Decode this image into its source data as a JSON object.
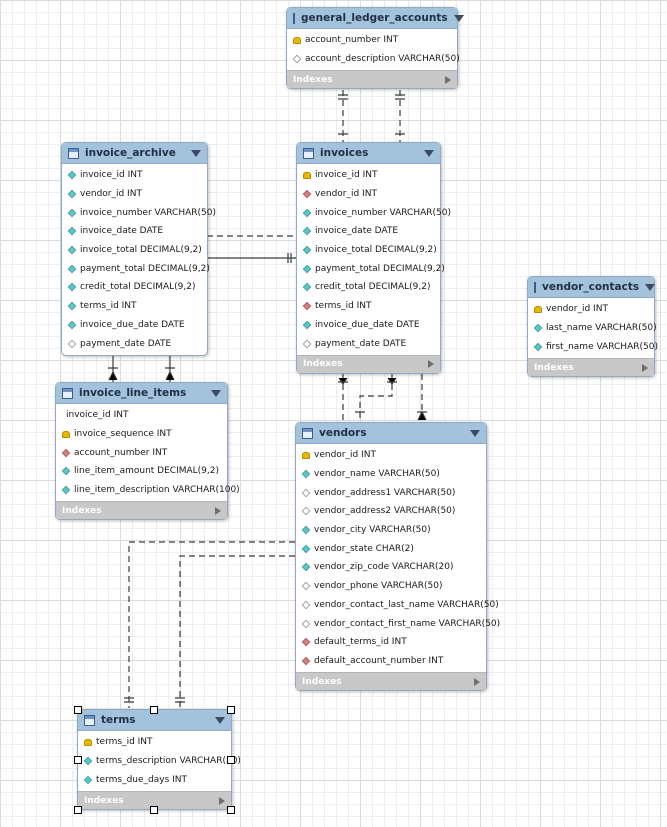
{
  "tables": [
    {
      "id": "general_ledger_accounts",
      "name": "general_ledger_accounts",
      "footer": "Indexes",
      "columns": [
        {
          "icon": "pk",
          "text": "account_number INT"
        },
        {
          "icon": "col",
          "text": "account_description VARCHAR(50)"
        }
      ]
    },
    {
      "id": "invoice_archive",
      "name": "invoice_archive",
      "footer": "",
      "columns": [
        {
          "icon": "nn",
          "text": "invoice_id INT"
        },
        {
          "icon": "nn",
          "text": "vendor_id INT"
        },
        {
          "icon": "nn",
          "text": "invoice_number VARCHAR(50)"
        },
        {
          "icon": "nn",
          "text": "invoice_date DATE"
        },
        {
          "icon": "nn",
          "text": "invoice_total DECIMAL(9,2)"
        },
        {
          "icon": "nn",
          "text": "payment_total DECIMAL(9,2)"
        },
        {
          "icon": "nn",
          "text": "credit_total DECIMAL(9,2)"
        },
        {
          "icon": "nn",
          "text": "terms_id INT"
        },
        {
          "icon": "nn",
          "text": "invoice_due_date DATE"
        },
        {
          "icon": "col",
          "text": "payment_date DATE"
        }
      ]
    },
    {
      "id": "invoices",
      "name": "invoices",
      "footer": "Indexes",
      "columns": [
        {
          "icon": "pk",
          "text": "invoice_id INT"
        },
        {
          "icon": "fk",
          "text": "vendor_id INT"
        },
        {
          "icon": "nn",
          "text": "invoice_number VARCHAR(50)"
        },
        {
          "icon": "nn",
          "text": "invoice_date DATE"
        },
        {
          "icon": "nn",
          "text": "invoice_total DECIMAL(9,2)"
        },
        {
          "icon": "nn",
          "text": "payment_total DECIMAL(9,2)"
        },
        {
          "icon": "nn",
          "text": "credit_total DECIMAL(9,2)"
        },
        {
          "icon": "fk",
          "text": "terms_id INT"
        },
        {
          "icon": "nn",
          "text": "invoice_due_date DATE"
        },
        {
          "icon": "col",
          "text": "payment_date DATE"
        }
      ]
    },
    {
      "id": "vendor_contacts",
      "name": "vendor_contacts",
      "footer": "Indexes",
      "columns": [
        {
          "icon": "pk",
          "text": "vendor_id INT"
        },
        {
          "icon": "nn",
          "text": "last_name VARCHAR(50)"
        },
        {
          "icon": "nn",
          "text": "first_name VARCHAR(50)"
        }
      ]
    },
    {
      "id": "invoice_line_items",
      "name": "invoice_line_items",
      "footer": "Indexes",
      "columns": [
        {
          "icon": "none",
          "text": "invoice_id INT"
        },
        {
          "icon": "pk",
          "text": "invoice_sequence INT"
        },
        {
          "icon": "fk",
          "text": "account_number INT"
        },
        {
          "icon": "nn",
          "text": "line_item_amount DECIMAL(9,2)"
        },
        {
          "icon": "nn",
          "text": "line_item_description VARCHAR(100)"
        }
      ]
    },
    {
      "id": "vendors",
      "name": "vendors",
      "footer": "Indexes",
      "columns": [
        {
          "icon": "pk",
          "text": "vendor_id INT"
        },
        {
          "icon": "nn",
          "text": "vendor_name VARCHAR(50)"
        },
        {
          "icon": "col",
          "text": "vendor_address1 VARCHAR(50)"
        },
        {
          "icon": "col",
          "text": "vendor_address2 VARCHAR(50)"
        },
        {
          "icon": "nn",
          "text": "vendor_city VARCHAR(50)"
        },
        {
          "icon": "nn",
          "text": "vendor_state CHAR(2)"
        },
        {
          "icon": "nn",
          "text": "vendor_zip_code VARCHAR(20)"
        },
        {
          "icon": "col",
          "text": "vendor_phone VARCHAR(50)"
        },
        {
          "icon": "col",
          "text": "vendor_contact_last_name VARCHAR(50)"
        },
        {
          "icon": "col",
          "text": "vendor_contact_first_name VARCHAR(50)"
        },
        {
          "icon": "fk",
          "text": "default_terms_id INT"
        },
        {
          "icon": "fk",
          "text": "default_account_number INT"
        }
      ]
    },
    {
      "id": "terms",
      "name": "terms",
      "footer": "Indexes",
      "columns": [
        {
          "icon": "pk",
          "text": "terms_id INT"
        },
        {
          "icon": "nn",
          "text": "terms_description VARCHAR(50)"
        },
        {
          "icon": "nn",
          "text": "terms_due_days INT"
        }
      ]
    }
  ],
  "colors": {
    "header": "#a3c2dc",
    "border": "#8fa9c4",
    "footer": "#c8c8c8",
    "line": "#3a3a3a"
  }
}
